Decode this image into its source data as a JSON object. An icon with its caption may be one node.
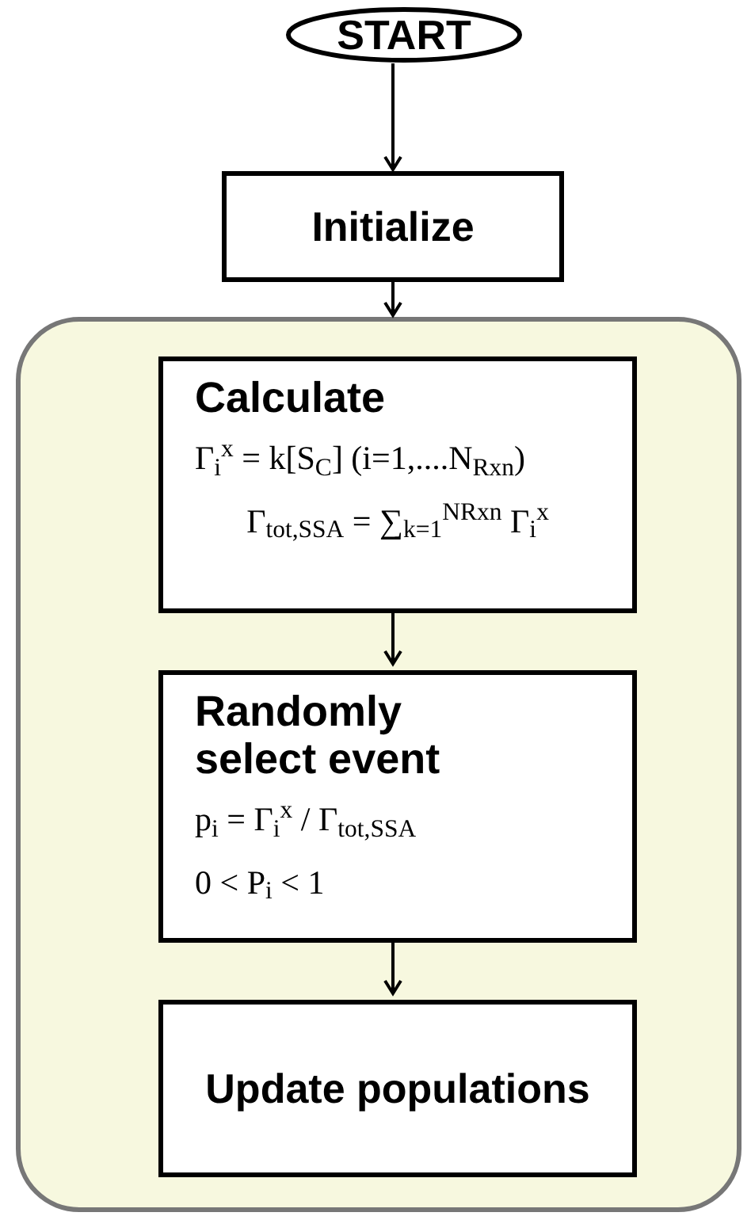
{
  "diagram": {
    "nodes": [
      {
        "text": [
          "START"
        ]
      },
      {
        "text": [
          "Initialize"
        ]
      },
      {
        "text": [],
        "shape": "box"
      },
      {
        "text": [
          "Calculate",
          "Γ$_{i}$$^{x}$ = k[S$_{C}$] (i=1,....N$_{Rxn}$)",
          "Γ$_{tot,SSA}$ = ∑$_{k=1}$$^{NRxn}$ Γ$_{i}$$^{x}$"
        ],
        "in": 2
      },
      {
        "text": [
          "Randomly select event",
          "p$_{i}$ = Γ$_{i}$$^{x}$ / Γ$_{tot,SSA}$",
          "0 < P$_{i}$ < 1"
        ],
        "in": 2
      },
      {
        "text": [
          "Update populations"
        ],
        "in": 2
      }
    ],
    "edges": [
      {
        "from": 0,
        "to": 1,
        "arrow": "to"
      },
      {
        "from": 1,
        "to": 2,
        "arrow": "to"
      },
      {
        "from": 3,
        "to": 4,
        "arrow": "to"
      },
      {
        "from": 4,
        "to": 5,
        "arrow": "to"
      }
    ]
  }
}
